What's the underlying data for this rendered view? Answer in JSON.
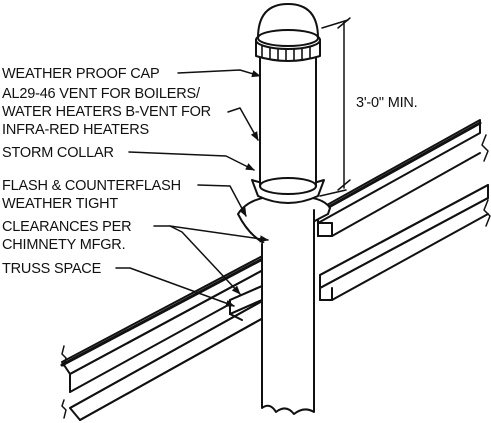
{
  "labels": {
    "weather_cap": "WEATHER PROOF CAP",
    "vent_line1": "AL29-46 VENT FOR BOILERS/",
    "vent_line2": "WATER HEATERS B-VENT FOR",
    "vent_line3": "INFRA-RED HEATERS",
    "storm_collar": "STORM COLLAR",
    "flash_line1": "FLASH & COUNTERFLASH",
    "flash_line2": "WEATHER TIGHT",
    "clear_line1": "CLEARANCES PER",
    "clear_line2": "CHIMNETY MFGR.",
    "truss_space": "TRUSS SPACE",
    "dimension": "3'-0\" MIN."
  }
}
